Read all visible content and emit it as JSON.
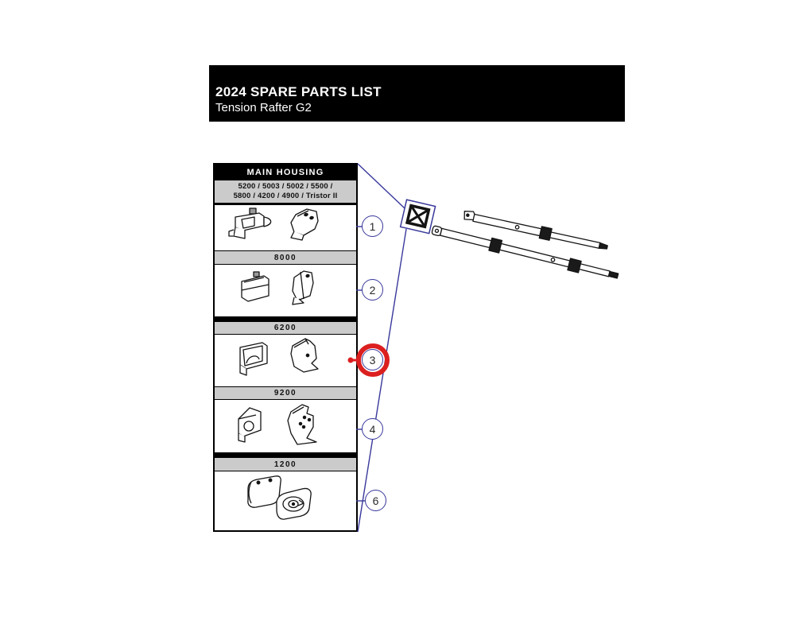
{
  "header": {
    "title": "2024 SPARE PARTS LIST",
    "subtitle": "Tension Rafter G2"
  },
  "table": {
    "title": "MAIN HOUSING",
    "models_line1": "5200 / 5003 / 5002 / 5500 /",
    "models_line2": "5800 / 4200 / 4900 / Tristor II",
    "section_labels": [
      "8000",
      "6200",
      "9200",
      "1200"
    ]
  },
  "callouts": [
    {
      "number": "1"
    },
    {
      "number": "2"
    },
    {
      "number": "3",
      "highlighted": true
    },
    {
      "number": "4"
    },
    {
      "number": "6"
    }
  ],
  "colors": {
    "accent_blue": "#38389b",
    "highlight_red": "#dc1f1f",
    "label_gray": "#cbcbcb"
  }
}
